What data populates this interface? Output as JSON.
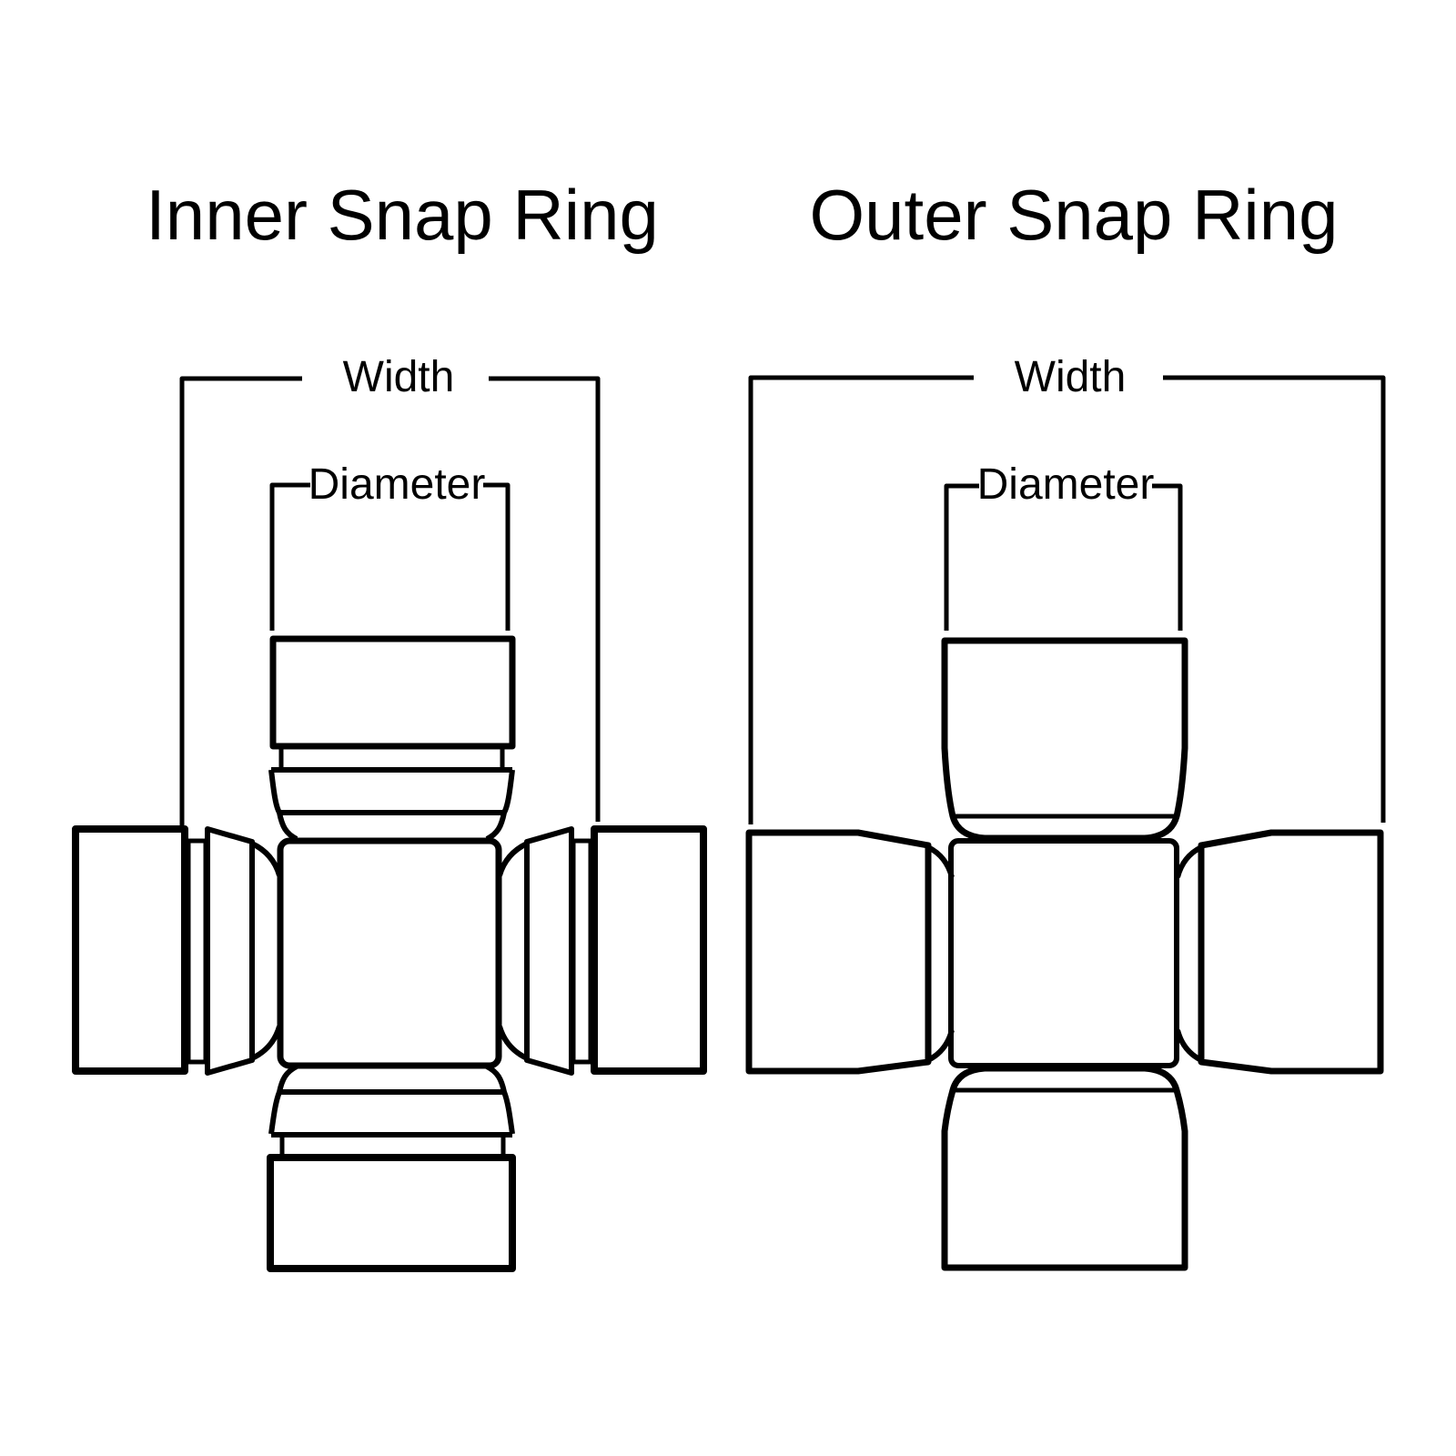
{
  "canvas": {
    "background": "#ffffff",
    "stroke_color": "#000000"
  },
  "diagrams": [
    {
      "id": "inner-snap-ring",
      "title": "Inner Snap Ring",
      "labels": {
        "width": "Width",
        "diameter": "Diameter"
      }
    },
    {
      "id": "outer-snap-ring",
      "title": "Outer Snap Ring",
      "labels": {
        "width": "Width",
        "diameter": "Diameter"
      }
    }
  ]
}
